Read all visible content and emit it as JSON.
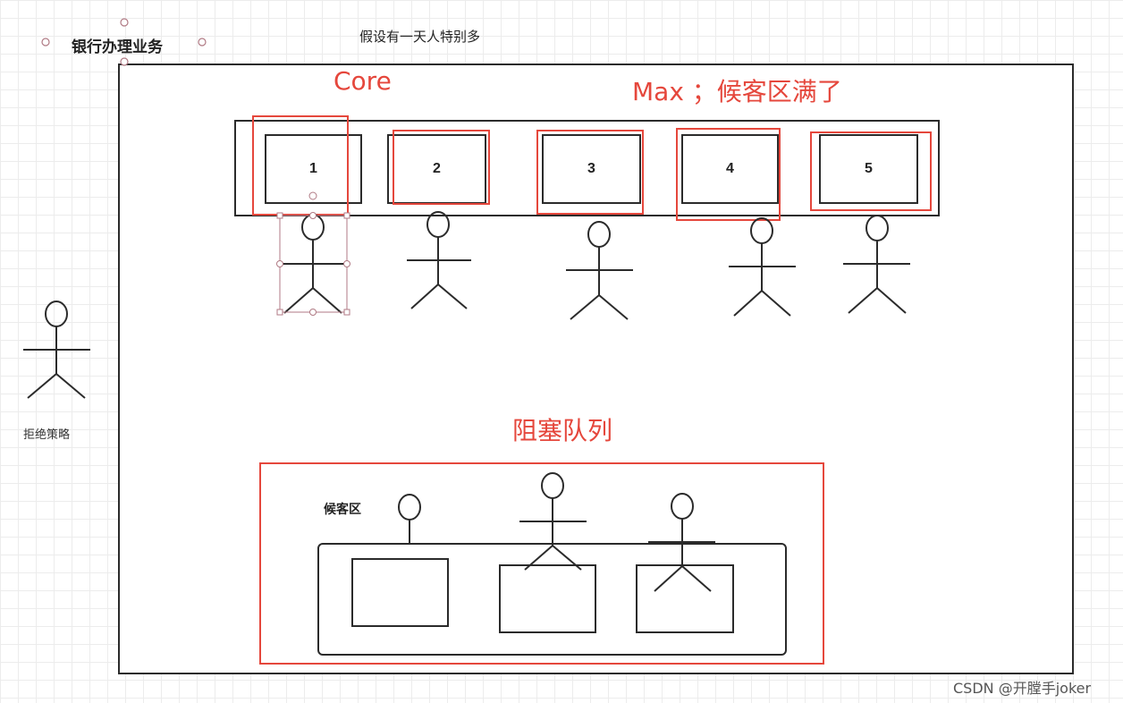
{
  "diagram": {
    "title": "银行办理业务",
    "note": "假设有一天人特别多",
    "core_label": "Core",
    "max_label": "Max ；候客区满了",
    "blocking_queue_label": "阻塞队列",
    "waiting_area_label": "候客区",
    "reject_policy_label": "拒绝策略",
    "counters": [
      {
        "label": "1"
      },
      {
        "label": "2"
      },
      {
        "label": "3"
      },
      {
        "label": "4"
      },
      {
        "label": "5"
      }
    ],
    "watermark": "CSDN @开膛手joker",
    "colors": {
      "accent": "#e5473c",
      "stroke": "#2b2b2b",
      "handle": "#b07a84"
    }
  }
}
